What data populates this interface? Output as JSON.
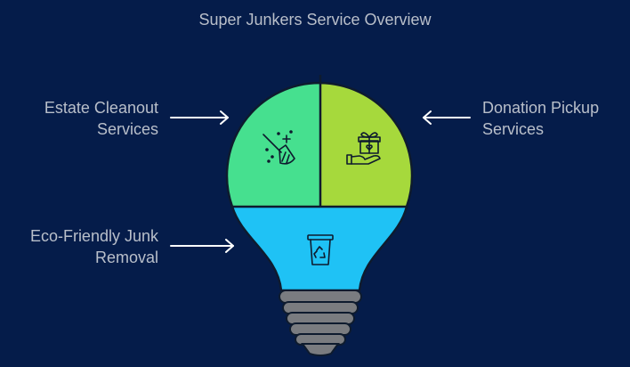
{
  "title": "Super Junkers Service Overview",
  "sections": [
    {
      "id": "estate",
      "line1": "Estate Cleanout",
      "line2": "Services",
      "color": "#46e08f",
      "icon": "broom-sparkle-icon"
    },
    {
      "id": "donation",
      "line1": "Donation Pickup",
      "line2": "Services",
      "color": "#a6d93c",
      "icon": "gift-hand-icon"
    },
    {
      "id": "eco",
      "line1": "Eco-Friendly Junk",
      "line2": "Removal",
      "color": "#1fc2f5",
      "icon": "recycle-bin-icon"
    }
  ],
  "colors": {
    "background": "#051c4a",
    "text": "#b9bfca",
    "bulb_base": "#7a7c80",
    "outline": "#0e1b2e"
  }
}
